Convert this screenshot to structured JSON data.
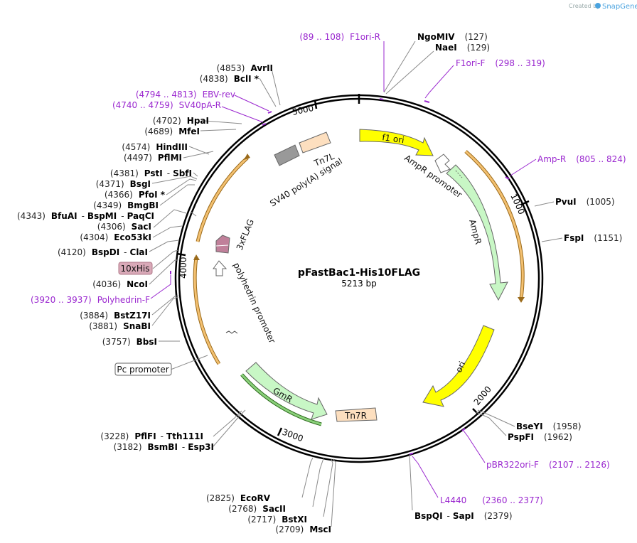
{
  "watermark": {
    "created_by": "Created by",
    "brand": "SnapGene"
  },
  "plasmid": {
    "name": "pFastBac1-His10FLAG",
    "size": "5213 bp"
  },
  "ticks": [
    "1000",
    "2000",
    "3000",
    "4000",
    "5000"
  ],
  "colors": {
    "backbone": "#000000",
    "primer": "#9a27cf",
    "ori": "#ffff00",
    "marker": "#c8f7c5",
    "promoter": "#ffffff",
    "tn7": "#fddfbf",
    "terminator": "#999999",
    "tag": "#c0809a",
    "orf": "#e8a33a"
  },
  "features": {
    "f1ori": "f1 ori",
    "ampr_promoter": "AmpR promoter",
    "ampr": "AmpR",
    "ori": "ori",
    "gmr": "GmR",
    "tn7r": "Tn7R",
    "tn7l": "Tn7L",
    "sv40": "SV40 poly(A) signal",
    "flag": "3xFLAG",
    "polyhedrin": "polyhedrin promoter"
  },
  "callouts": {
    "his": "10xHis",
    "pc": "Pc promoter"
  },
  "enzymes": {
    "ngomiv": {
      "name": "NgoMIV",
      "pos": "(127)"
    },
    "naei": {
      "name": "NaeI",
      "pos": "(129)"
    },
    "pvui": {
      "name": "PvuI",
      "pos": "(1005)"
    },
    "fspi": {
      "name": "FspI",
      "pos": "(1151)"
    },
    "bseyi": {
      "name": "BseYI",
      "pos": "(1958)"
    },
    "pspfi": {
      "name": "PspFI",
      "pos": "(1962)"
    },
    "bspqi": {
      "pos": "(2379)",
      "name": "BspQI",
      "sep": "-",
      "name2": "SapI"
    },
    "msci": {
      "pos": "(2709)",
      "name": "MscI"
    },
    "bstxi": {
      "pos": "(2717)",
      "name": "BstXI"
    },
    "sacii": {
      "pos": "(2768)",
      "name": "SacII"
    },
    "ecorv": {
      "pos": "(2825)",
      "name": "EcoRV"
    },
    "bsmbi": {
      "pos": "(3182)",
      "name": "BsmBI",
      "sep": "-",
      "name2": "Esp3I"
    },
    "pflfi": {
      "pos": "(3228)",
      "name": "PflFI",
      "sep": "-",
      "name2": "Tth111I"
    },
    "bbsi": {
      "pos": "(3757)",
      "name": "BbsI"
    },
    "snabi": {
      "pos": "(3881)",
      "name": "SnaBI"
    },
    "bstz17i": {
      "pos": "(3884)",
      "name": "BstZ17I"
    },
    "ncoi": {
      "pos": "(4036)",
      "name": "NcoI"
    },
    "bspdi": {
      "pos": "(4120)",
      "name": "BspDI",
      "sep": "-",
      "name2": "ClaI"
    },
    "eco53ki": {
      "pos": "(4304)",
      "name": "Eco53kI"
    },
    "saci": {
      "pos": "(4306)",
      "name": "SacI"
    },
    "bfuai": {
      "pos": "(4343)",
      "name": "BfuAI",
      "sep": "-",
      "name2": "BspMI",
      "sep2": "-",
      "name3": "PaqCI"
    },
    "bmgbi": {
      "pos": "(4349)",
      "name": "BmgBI"
    },
    "pfoi": {
      "pos": "(4366)",
      "name": "PfoI *"
    },
    "bsgi": {
      "pos": "(4371)",
      "name": "BsgI"
    },
    "psti": {
      "pos": "(4381)",
      "name": "PstI",
      "sep": "-",
      "name2": "SbfI"
    },
    "pflmi": {
      "pos": "(4497)",
      "name": "PflMI"
    },
    "hindiii": {
      "pos": "(4574)",
      "name": "HindIII"
    },
    "mfei": {
      "pos": "(4689)",
      "name": "MfeI"
    },
    "hpai": {
      "pos": "(4702)",
      "name": "HpaI"
    },
    "bcli": {
      "pos": "(4838)",
      "name": "BclI *"
    },
    "avrii": {
      "pos": "(4853)",
      "name": "AvrII"
    }
  },
  "primers": {
    "f1ori_r": {
      "range": "(89 .. 108)",
      "name": "F1ori-R"
    },
    "f1ori_f": {
      "name": "F1ori-F",
      "range": "(298 .. 319)"
    },
    "ampr_r": {
      "name": "Amp-R",
      "range": "(805 .. 824)"
    },
    "pbr322": {
      "name": "pBR322ori-F",
      "range": "(2107 .. 2126)"
    },
    "l4440": {
      "name": "L4440",
      "range": "(2360 .. 2377)"
    },
    "polyhedrin_f": {
      "range": "(3920 .. 3937)",
      "name": "Polyhedrin-F"
    },
    "sv40pa_r": {
      "range": "(4740 .. 4759)",
      "name": "SV40pA-R"
    },
    "ebv_rev": {
      "range": "(4794 .. 4813)",
      "name": "EBV-rev"
    }
  }
}
